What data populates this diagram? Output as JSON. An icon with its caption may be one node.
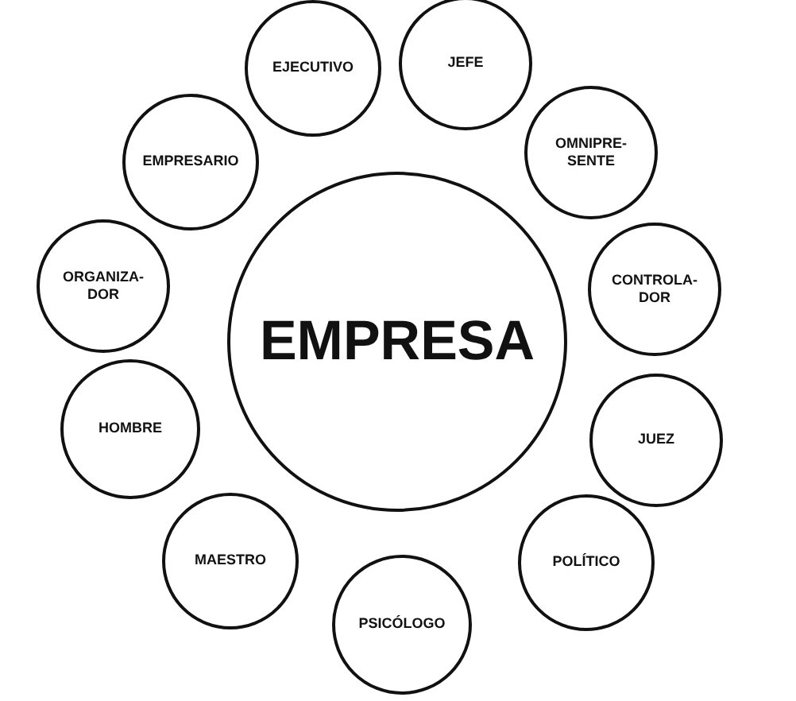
{
  "diagram": {
    "nodes": [
      {
        "text": [
          "EMPRESA"
        ]
      },
      {
        "text": [
          "EJECUTIVO"
        ]
      },
      {
        "text": [
          "JEFE"
        ]
      },
      {
        "text": [
          "EMPRESARIO"
        ]
      },
      {
        "text": [
          "OMNIPRE-SENTE"
        ]
      },
      {
        "text": [
          "ORGANIZA-DOR"
        ]
      },
      {
        "text": [
          "CONTROLA-DOR"
        ]
      },
      {
        "text": [
          "HOMBRE"
        ]
      },
      {
        "text": [
          "JUEZ"
        ]
      },
      {
        "text": [
          "MAESTRO"
        ]
      },
      {
        "text": [
          "POLÍTICO"
        ]
      },
      {
        "text": [
          "PSICÓLOGO"
        ]
      }
    ]
  }
}
